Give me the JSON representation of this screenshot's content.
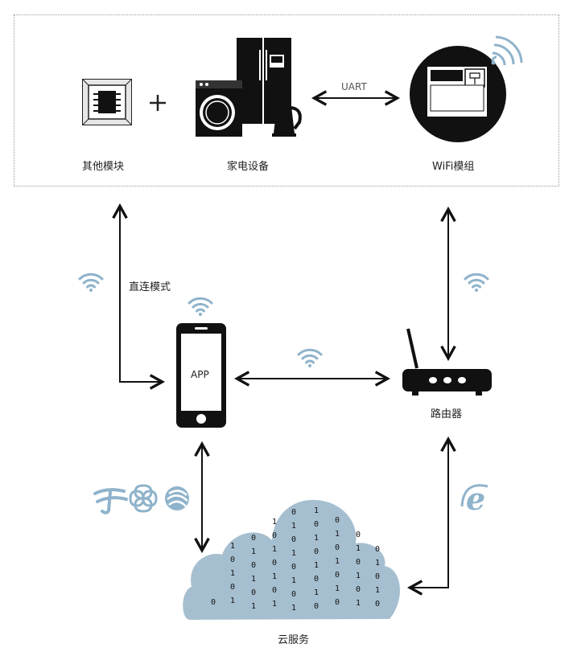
{
  "top_section": {
    "other_module_label": "其他模块",
    "appliance_label": "家电设备",
    "wifi_module_label": "WiFi模组",
    "uart_label": "UART",
    "plus_sign": "+"
  },
  "direct_mode_label": "直连模式",
  "phone": {
    "screen_text": "APP"
  },
  "router": {
    "label": "路由器"
  },
  "cloud": {
    "label": "云服务",
    "binary_digits": [
      "0",
      "1"
    ]
  },
  "colors": {
    "line": "#111111",
    "wifi_signal": "#8fb3cb",
    "cloud_fill": "#a6bfd0",
    "carrier_logo": "#8fb3cb"
  },
  "icons": [
    "chip-icon",
    "appliance-icon",
    "wifi-module-icon",
    "smartphone-icon",
    "router-icon",
    "cloud-icon",
    "wifi-signal-icon",
    "telecom-logo-icon",
    "unicom-logo-icon",
    "mobile-logo-icon",
    "internet-explorer-icon"
  ]
}
